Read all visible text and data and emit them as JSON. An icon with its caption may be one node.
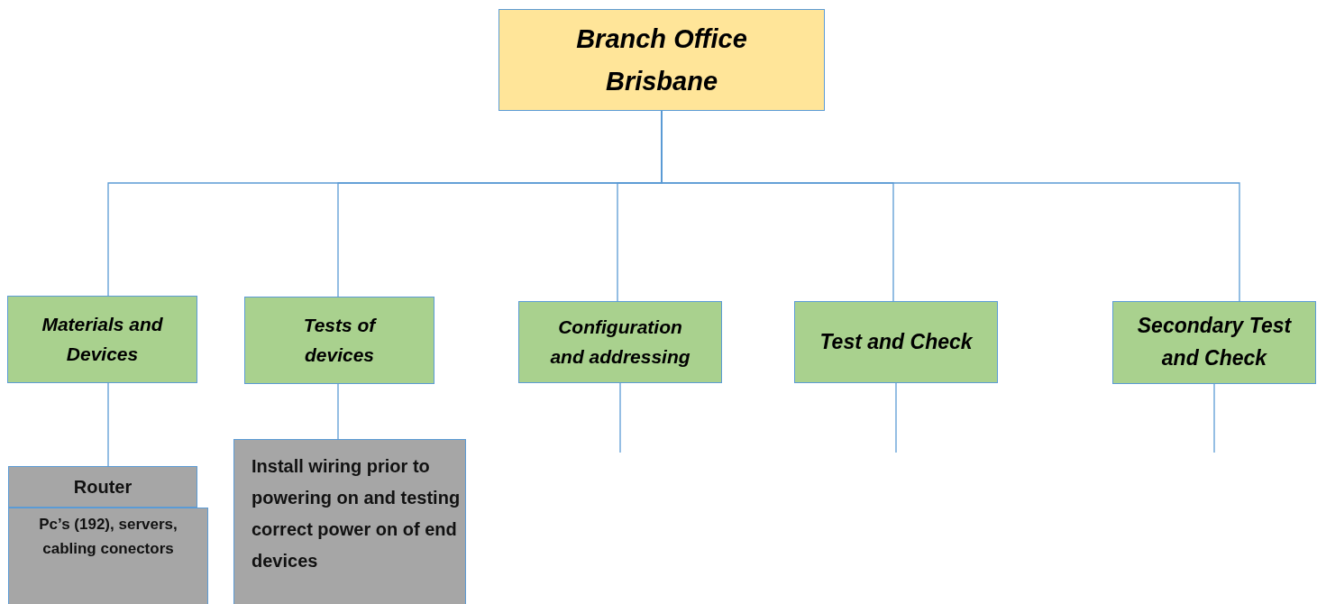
{
  "diagram": {
    "nodes": [
      {
        "text": [
          "Branch Office Brisbane"
        ]
      },
      {
        "text": [
          "Materials  and Devices"
        ]
      },
      {
        "text": [
          "Tests of devices"
        ]
      },
      {
        "text": [
          "Configuration and addressing"
        ]
      },
      {
        "text": [
          "Test and Check"
        ]
      },
      {
        "text": [
          "Secondary Test and Check"
        ]
      },
      {
        "text": [
          "Router"
        ]
      },
      {
        "text": [
          "Pc’s (192), servers, cabling conectors"
        ]
      },
      {
        "text": [
          "Install wiring prior to powering on and testing correct power on of end devices"
        ]
      }
    ],
    "edges": [
      {
        "from": 0,
        "to": 1,
        "arrow": "none"
      },
      {
        "from": 0,
        "to": 2,
        "arrow": "none"
      },
      {
        "from": 0,
        "to": 3,
        "arrow": "none"
      },
      {
        "from": 0,
        "to": 4,
        "arrow": "none"
      },
      {
        "from": 0,
        "to": 5,
        "arrow": "none"
      },
      {
        "from": 1,
        "to": 6,
        "arrow": "none"
      },
      {
        "from": 2,
        "to": 8,
        "arrow": "none"
      },
      {
        "from": 3,
        "to": null,
        "arrow": "none"
      },
      {
        "from": 4,
        "to": null,
        "arrow": "none"
      },
      {
        "from": 5,
        "to": null,
        "arrow": "none"
      }
    ]
  }
}
